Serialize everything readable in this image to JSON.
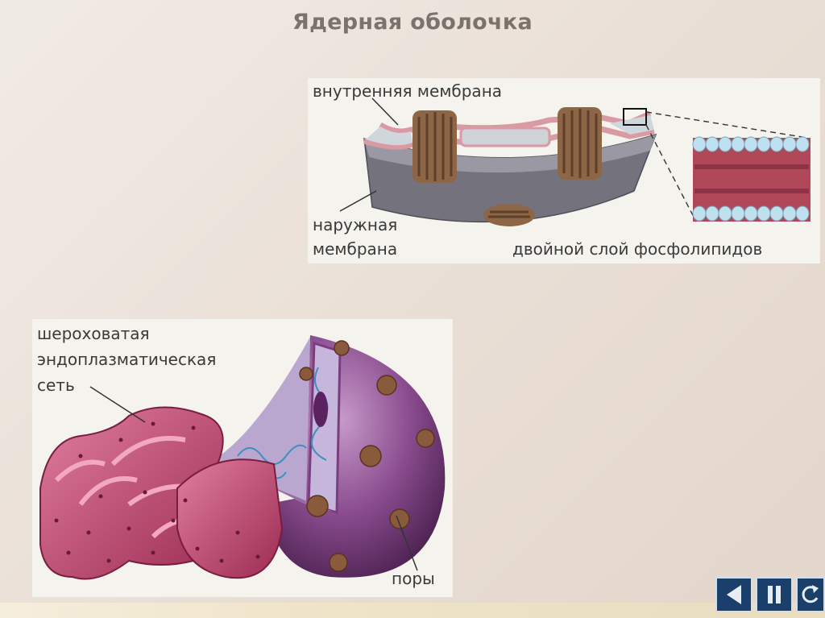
{
  "slide": {
    "title": "Ядерная оболочка"
  },
  "envelope_panel": {
    "label_inner": "внутренняя мембрана",
    "label_outer_1": "наружная",
    "label_outer_2": "мембрана",
    "label_bilayer": "двойной слой фосфолипидов"
  },
  "nucleus_panel": {
    "label_er_1": "шероховатая",
    "label_er_2": "эндоплазматическая",
    "label_er_3": "сеть",
    "label_pores": "поры"
  },
  "colors": {
    "background": "#ece3da",
    "panel": "#f4f3ee",
    "nucleus": "#7a3d7f",
    "er": "#b8385f",
    "pore": "#8a5a3c",
    "membrane_gray": "#6e6e78"
  },
  "icons": [
    "prev-icon",
    "pause-icon",
    "replay-icon"
  ]
}
